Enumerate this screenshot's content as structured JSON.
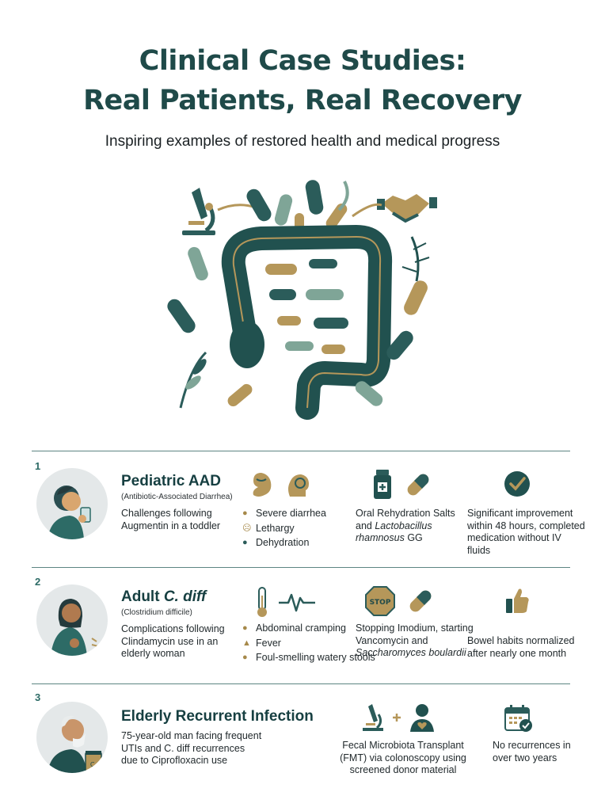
{
  "header": {
    "title_line1": "Clinical Case Studies:",
    "title_line2": "Real Patients, Real Recovery",
    "subtitle": "Inspiring examples of restored health and medical progress"
  },
  "hero": {
    "illustration": "colon-with-gut-microbes",
    "icons": [
      "microscope-icon",
      "handshake-icon",
      "plant-icon",
      "dna-icon"
    ]
  },
  "cases": [
    {
      "number": "1",
      "title": "Pediatric AAD",
      "subtitle": "(Antibiotic-Associated Diarrhea)",
      "description": "Challenges following Augmentin in a toddler",
      "symptom_icons": [
        "stomach-icon",
        "head-icon"
      ],
      "symptoms": [
        "Severe diarrhea",
        "Lethargy",
        "Dehydration"
      ],
      "symptom_bullets": [
        "stomach",
        "sad-face",
        "droplet"
      ],
      "treatment_icons": [
        "medicine-bottle-icon",
        "capsule-icon"
      ],
      "treatment_parts": [
        "Oral Rehydration Salts and ",
        "Lactobacillus rhamnosus",
        " GG"
      ],
      "outcome_icon": "check-circle-icon",
      "outcome": "Significant improvement within 48 hours, completed medication without IV fluids"
    },
    {
      "number": "2",
      "title_plain": "Adult ",
      "title_italic": "C. diff",
      "subtitle": "(Clostridium difficile)",
      "description": "Complications following Clindamycin use in an elderly woman",
      "symptom_icons": [
        "thermometer-icon",
        "heartbeat-icon"
      ],
      "symptoms": [
        "Abdominal cramping",
        "Fever",
        "Foul-smelling watery stools"
      ],
      "symptom_bullets": [
        "stomach",
        "flame",
        "stool"
      ],
      "treatment_icons": [
        "stop-sign-icon",
        "capsule-icon"
      ],
      "stop_label": "STOP",
      "treatment_parts": [
        "Stopping Imodium, starting Vancomycin and ",
        "Saccharomyces boulardii"
      ],
      "outcome_icon": "thumbs-up-icon",
      "outcome": "Bowel habits normalized after nearly one month"
    },
    {
      "number": "3",
      "title": "Elderly Recurrent Infection",
      "description": "75-year-old man facing frequent UTIs and C. diff recurrences due to Ciprofloxacin use",
      "cup_label": "C.",
      "treatment_icons": [
        "microscope-icon",
        "plus-icon",
        "donor-person-icon"
      ],
      "treatment": "Fecal Microbiota Transplant (FMT) via colonoscopy using screened donor material",
      "outcome_icon": "calendar-check-icon",
      "outcome": "No recurrences in over two years"
    }
  ],
  "colors": {
    "primary": "#1f4a49",
    "teal": "#2b5c5a",
    "gold": "#b5975a",
    "sage": "#7fa597"
  }
}
